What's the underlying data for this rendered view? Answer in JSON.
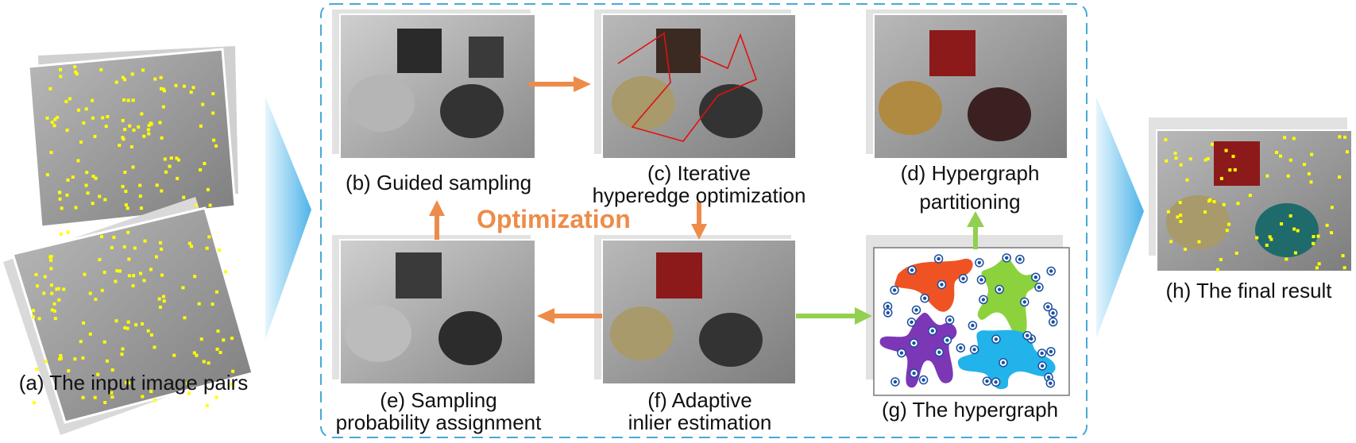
{
  "captions": {
    "a": "(a) The input image pairs",
    "b": "(b) Guided sampling",
    "c_line1": "(c) Iterative",
    "c_line2": "hyperedge optimization",
    "d_line1": "(d) Hypergraph",
    "d_line2": "partitioning",
    "e_line1": "(e) Sampling",
    "e_line2": "probability assignment",
    "f_line1": "(f) Adaptive",
    "f_line2": "inlier estimation",
    "g": "(g) The hypergraph",
    "h": "(h) The final result"
  },
  "optimization_label": "Optimization",
  "colors": {
    "dashed_box": "#45a9dc",
    "orange_arrow": "#ed8c4a",
    "green_arrow": "#92d050",
    "chevron": "#5fb9ea",
    "keypoint": "#ffff00",
    "photo_bg": "#9a9a9a",
    "blob_orange": "#ef5323",
    "blob_green": "#8cd23c",
    "blob_purple": "#7c37b6",
    "blob_blue": "#22b3ea"
  }
}
